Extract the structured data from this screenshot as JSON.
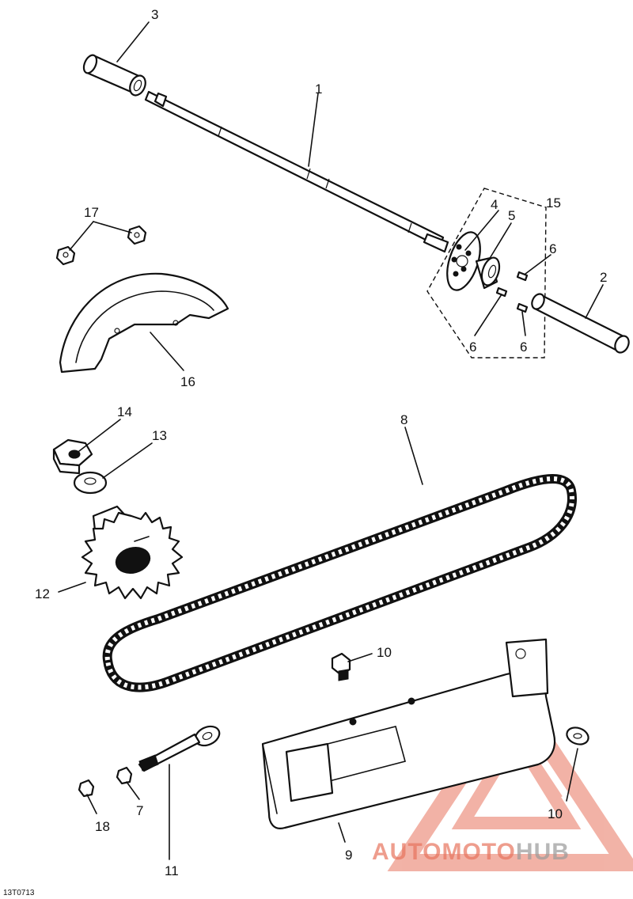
{
  "figure_code": "13T0713",
  "callouts": {
    "p1": "1",
    "p2": "2",
    "p3": "3",
    "p4": "4",
    "p5": "5",
    "p6a": "6",
    "p6b": "6",
    "p6c": "6",
    "p7": "7",
    "p8": "8",
    "p9": "9",
    "p10a": "10",
    "p10b": "10",
    "p11": "11",
    "p12": "12",
    "p13": "13",
    "p14": "14",
    "p15": "15",
    "p16": "16",
    "p17": "17",
    "p18": "18"
  },
  "watermark": {
    "part1": "AUTOMOTO",
    "part2": "HUB",
    "color_primary": "#e8745e",
    "color_secondary": "#9a9a9a"
  }
}
